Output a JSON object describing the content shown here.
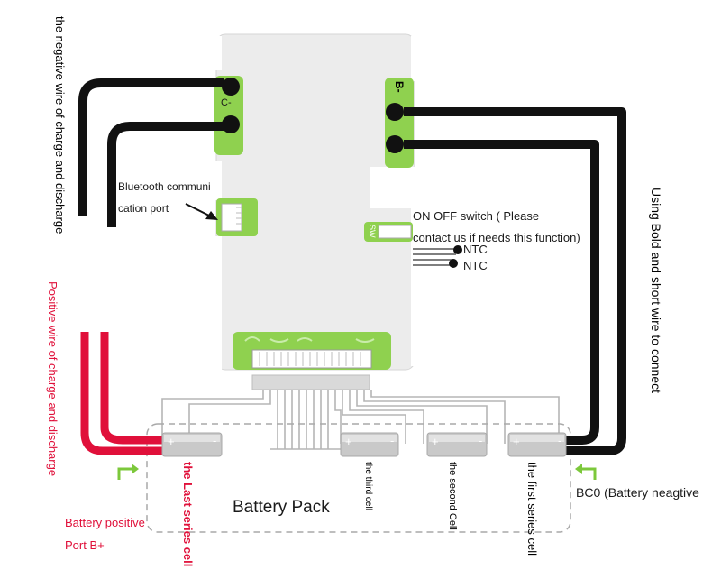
{
  "board": {
    "c_label": "C-",
    "b_label": "B-",
    "sw_label": "SW"
  },
  "labels": {
    "negative_wire": "the negative wire of charge and discharge",
    "bluetooth_line1": "Bluetooth communi",
    "bluetooth_line2": "cation port",
    "switch_line1": "ON OFF switch ( Please",
    "switch_line2": "contact us if needs this function)",
    "ntc1": "NTC",
    "ntc2": "NTC",
    "bold_wire": "Using Bold and short wire to connect",
    "positive_wire": "Positive wire of charge and discharge",
    "battery_pos_line1": "Battery positive",
    "battery_pos_line2": "Port B+",
    "battery_pack": "Battery Pack",
    "last_cell": "the Last series cell",
    "third_cell": "the third cell",
    "second_cell": "the second Cell",
    "first_cell": "the first series cell",
    "bc0": "BC0 (Battery neagtive"
  },
  "cell_marks": {
    "plus": "+",
    "minus": "-"
  },
  "colors": {
    "board": "#ececec",
    "pad_green": "#8fd14f",
    "wire_black": "#111111",
    "wire_red": "#e0103a",
    "cell_gray": "#c9c9c9",
    "arrow_green": "#7cc83b"
  }
}
